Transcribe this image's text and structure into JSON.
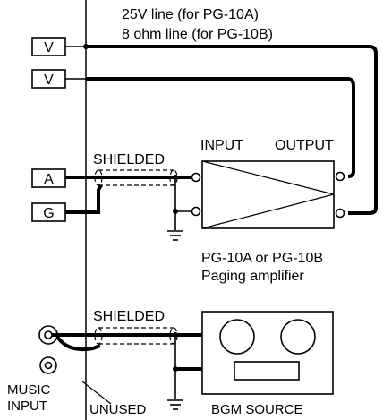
{
  "header": {
    "line1": "25V line (for PG-10A)",
    "line2": "8 ohm line (for PG-10B)"
  },
  "terminals": {
    "v1": "V",
    "v2": "V",
    "a": "A",
    "g": "G"
  },
  "amplifier": {
    "input_label": "INPUT",
    "output_label": "OUTPUT",
    "model": "PG-10A or PG-10B",
    "description": "Paging amplifier"
  },
  "cables": {
    "shielded_top": "SHIELDED",
    "shielded_bottom": "SHIELDED"
  },
  "bottom": {
    "music_line1": "MUSIC",
    "music_line2": "INPUT",
    "unused": "UNUSED",
    "bgm_source": "BGM SOURCE"
  },
  "colors": {
    "line": "#000000",
    "background": "#ffffff"
  }
}
